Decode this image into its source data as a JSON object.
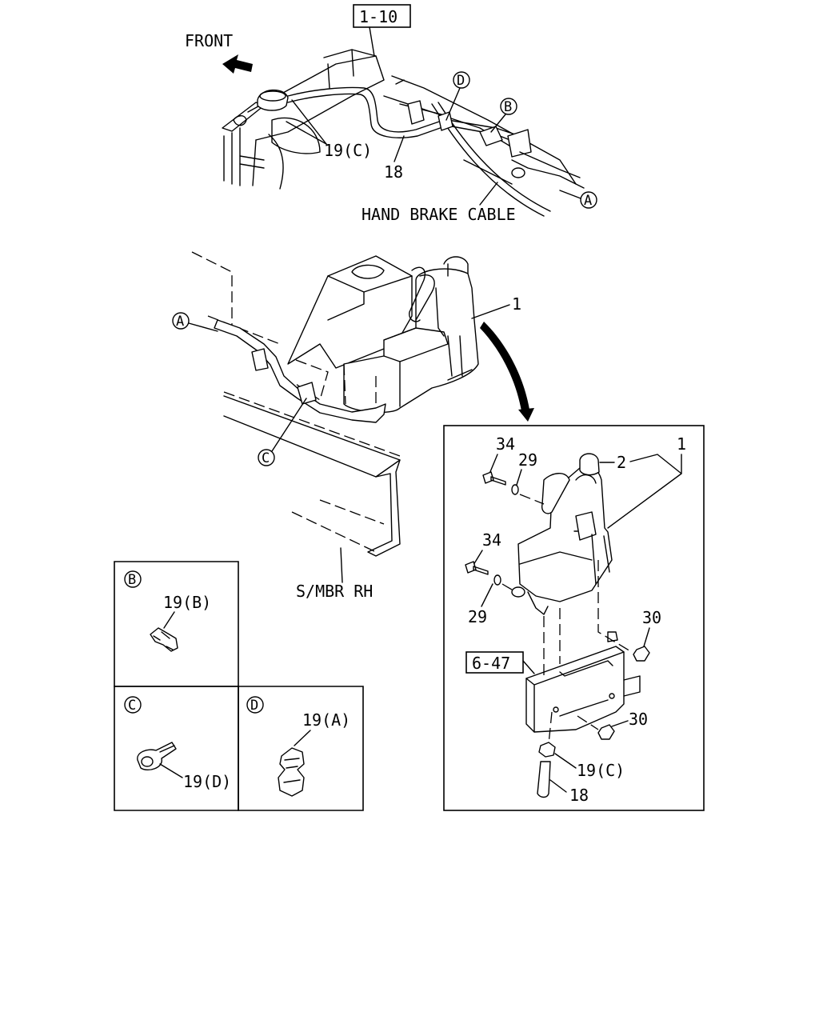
{
  "top_view": {
    "ref_box": "1-10",
    "front_label": "FRONT",
    "callouts": {
      "A": "A",
      "B": "B",
      "D": "D"
    },
    "labels": {
      "clip_c": "19(C)",
      "hose": "18",
      "hand_brake": "HAND BRAKE CABLE"
    }
  },
  "middle_view": {
    "callouts": {
      "A": "A",
      "C": "C"
    },
    "labels": {
      "tank": "1",
      "member": "S/MBR RH"
    }
  },
  "exploded_view": {
    "labels": {
      "tank": "1",
      "cap": "2",
      "bolt_upper": "34",
      "washer_upper": "29",
      "bolt_lower": "34",
      "washer_lower": "29",
      "nut_upper": "30",
      "nut_lower": "30",
      "clip": "19(C)",
      "hose": "18",
      "ref_box": "6-47"
    }
  },
  "detail_b": {
    "callout": "B",
    "label": "19(B)"
  },
  "detail_c": {
    "callout": "C",
    "label": "19(D)"
  },
  "detail_d": {
    "callout": "D",
    "label": "19(A)"
  }
}
